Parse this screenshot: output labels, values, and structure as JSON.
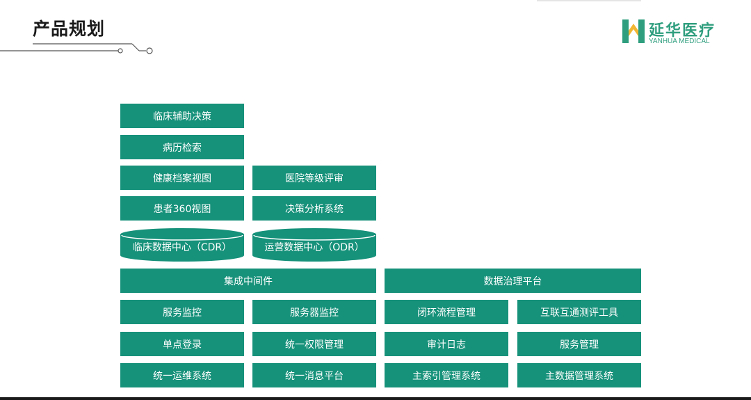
{
  "header": {
    "title": "产品规划",
    "logo_cn": "延华医疗",
    "logo_en": "YANHUA MEDICAL"
  },
  "colors": {
    "box": "#16917a",
    "logo": "#2f9e7e"
  },
  "applications": {
    "col1": [
      "临床辅助决策",
      "病历检索",
      "健康档案视图",
      "患者360视图"
    ],
    "col2": [
      "医院等级评审",
      "决策分析系统"
    ]
  },
  "data_centers": [
    "临床数据中心（CDR）",
    "运营数据中心（ODR）"
  ],
  "integration": {
    "title": "集成中间件",
    "items": [
      "服务监控",
      "服务器监控",
      "单点登录",
      "统一权限管理",
      "统一运维系统",
      "统一消息平台"
    ]
  },
  "governance": {
    "title": "数据治理平台",
    "items": [
      "闭环流程管理",
      "互联互通测评工具",
      "审计日志",
      "服务管理",
      "主索引管理系统",
      "主数据管理系统"
    ]
  }
}
